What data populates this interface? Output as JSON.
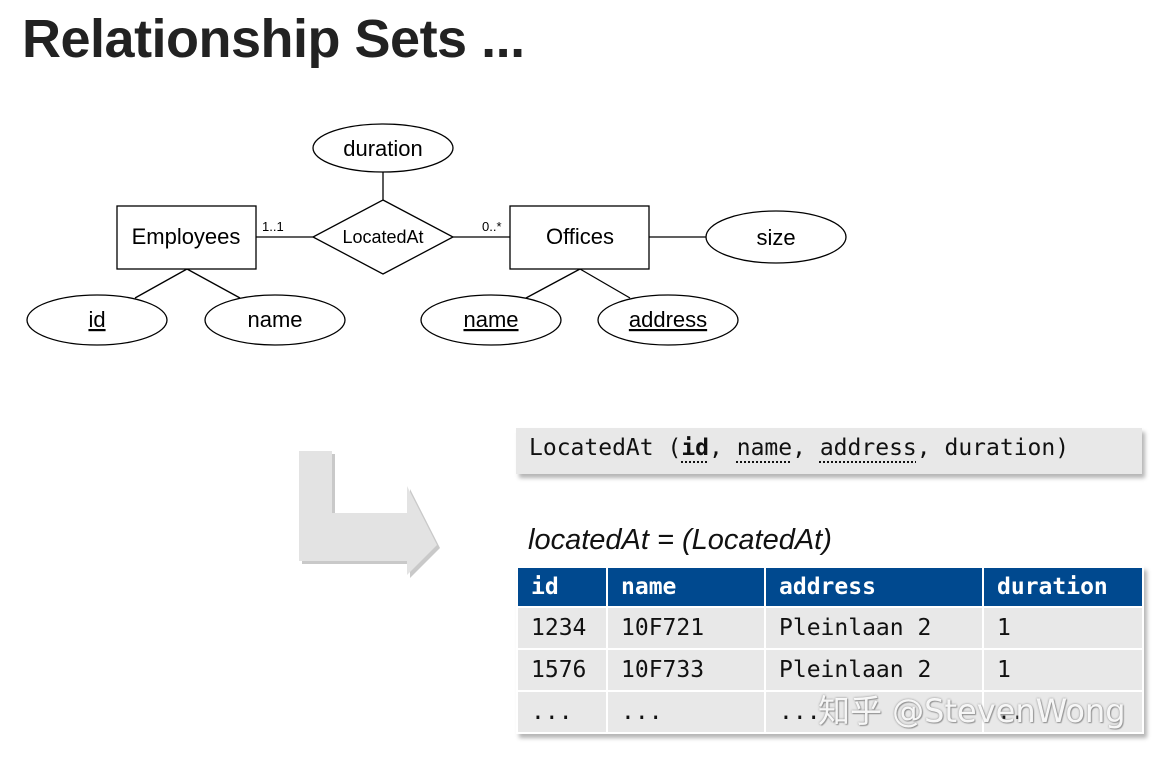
{
  "slide": {
    "title": "Relationship Sets ..."
  },
  "er": {
    "entities": {
      "employees": "Employees",
      "offices": "Offices"
    },
    "relationship": "LocatedAt",
    "attributes": {
      "duration": "duration",
      "size": "size",
      "emp_id": "id",
      "emp_name": "name",
      "off_name": "name",
      "off_address": "address"
    },
    "cardinality": {
      "employees": "1..1",
      "offices": "0..*"
    }
  },
  "schema": {
    "relation": "LocatedAt",
    "open": " (",
    "sep": ", ",
    "close": ")",
    "attrs": [
      "id",
      "name",
      "address",
      "duration"
    ]
  },
  "mapping": {
    "expression": "locatedAt = (LocatedAt)"
  },
  "table": {
    "headers": [
      "id",
      "name",
      "address",
      "duration"
    ],
    "rows": [
      [
        "1234",
        "10F721",
        "Pleinlaan 2",
        "1"
      ],
      [
        "1576",
        "10F733",
        "Pleinlaan 2",
        "1"
      ],
      [
        "...",
        "...",
        "...",
        "..."
      ]
    ]
  },
  "watermark": "知乎 @StevenWong"
}
